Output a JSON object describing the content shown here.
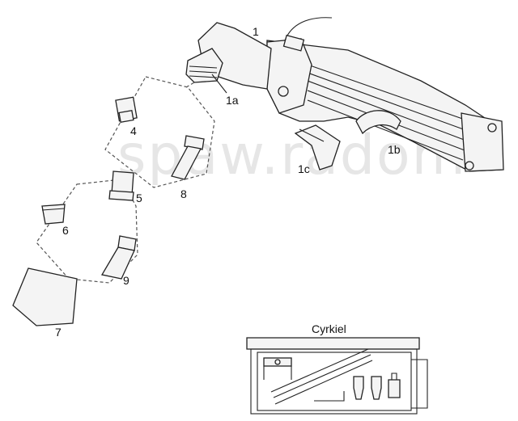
{
  "watermark": "spaw.radom",
  "labels": {
    "torch": "1",
    "head": "1a",
    "handle": "1b",
    "trigger": "1c",
    "group_4": "4",
    "group_5": "5",
    "group_6": "6",
    "group_7": "7",
    "group_8": "8",
    "group_9": "9"
  },
  "compass_box_title": "Cyrkiel"
}
